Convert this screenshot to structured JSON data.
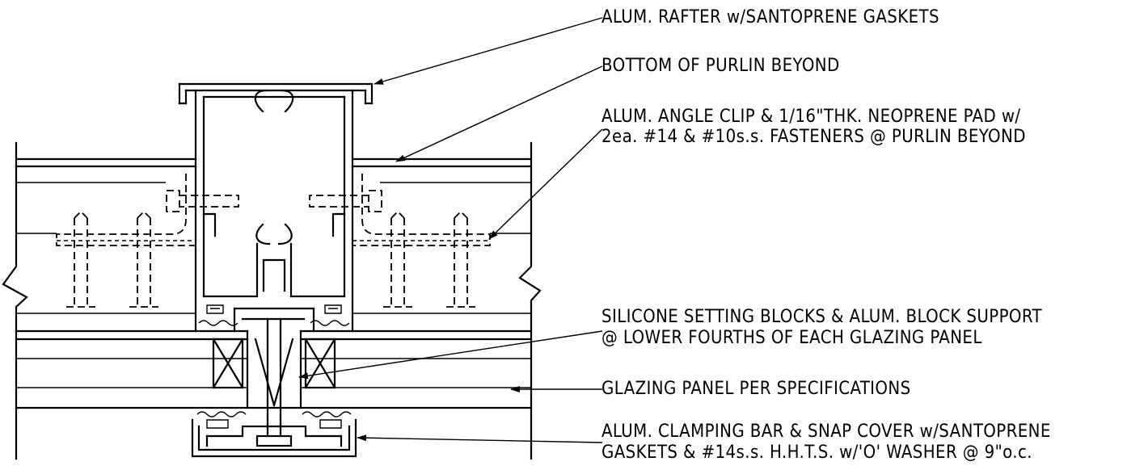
{
  "callouts": {
    "rafter": "ALUM. RAFTER w/SANTOPRENE GASKETS",
    "purlin": "BOTTOM OF PURLIN BEYOND",
    "angle_clip_line1": "ALUM. ANGLE CLIP & 1/16\"THK. NEOPRENE PAD w/",
    "angle_clip_line2": "2ea. #14 & #10s.s. FASTENERS @ PURLIN BEYOND",
    "setting_blocks_line1": "SILICONE SETTING BLOCKS & ALUM. BLOCK SUPPORT",
    "setting_blocks_line2": "@ LOWER FOURTHS OF EACH GLAZING PANEL",
    "glazing": "GLAZING PANEL PER SPECIFICATIONS",
    "clamping_line1": "ALUM. CLAMPING BAR & SNAP COVER w/SANTOPRENE",
    "clamping_line2": "GASKETS & #14s.s. H.H.T.S. w/'O' WASHER @ 9\"o.c."
  }
}
